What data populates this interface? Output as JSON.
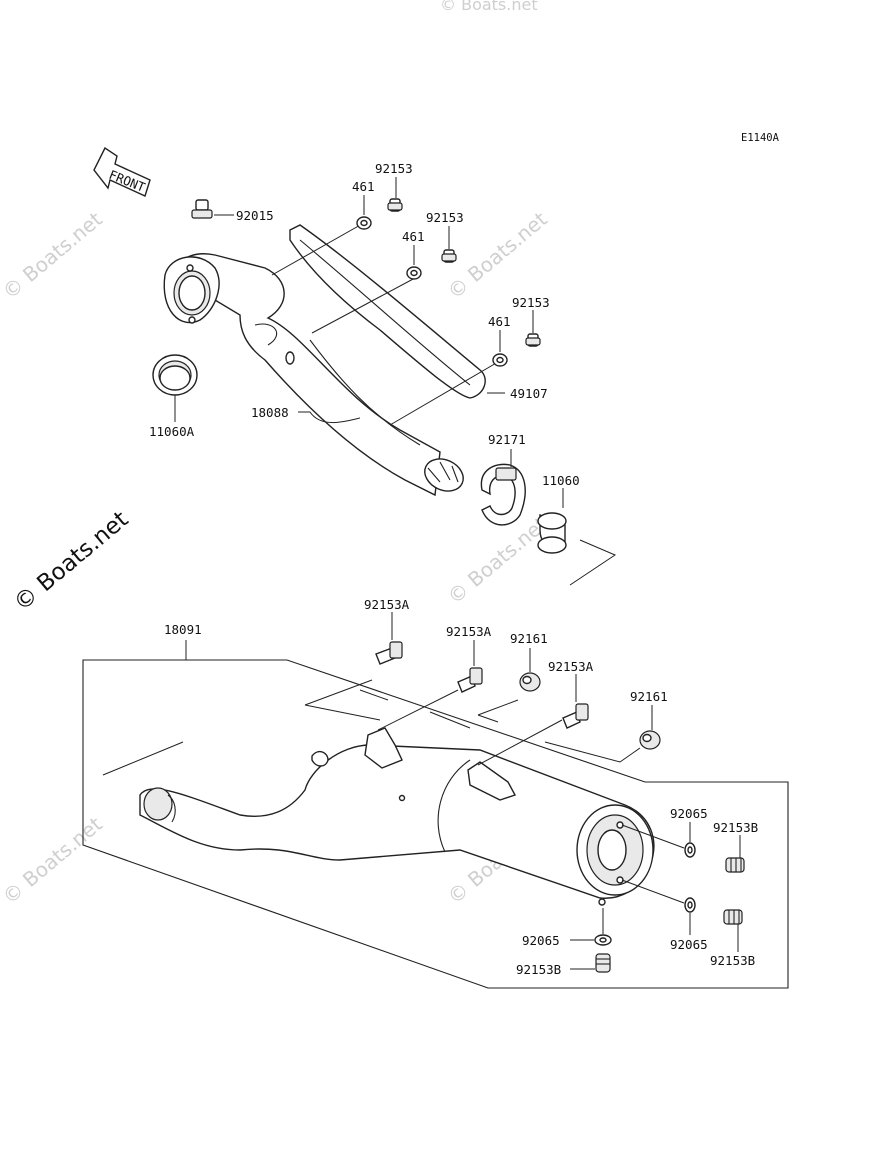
{
  "diagram": {
    "ref_code": "E1140A",
    "front_label": "FRONT",
    "watermark": "© Boats.net",
    "parts": {
      "p92015": "92015",
      "p11060A": "11060A",
      "p18088": "18088",
      "p92153_a": "92153",
      "p92153_b": "92153",
      "p92153_c": "92153",
      "p461_a": "461",
      "p461_b": "461",
      "p461_c": "461",
      "p49107": "49107",
      "p92171": "92171",
      "p11060": "11060",
      "p18091": "18091",
      "p92153A_a": "92153A",
      "p92153A_b": "92153A",
      "p92153A_c": "92153A",
      "p92161_a": "92161",
      "p92161_b": "92161",
      "p92065_a": "92065",
      "p92065_b": "92065",
      "p92065_c": "92065",
      "p92153B_a": "92153B",
      "p92153B_b": "92153B",
      "p92153B_c": "92153B"
    }
  }
}
